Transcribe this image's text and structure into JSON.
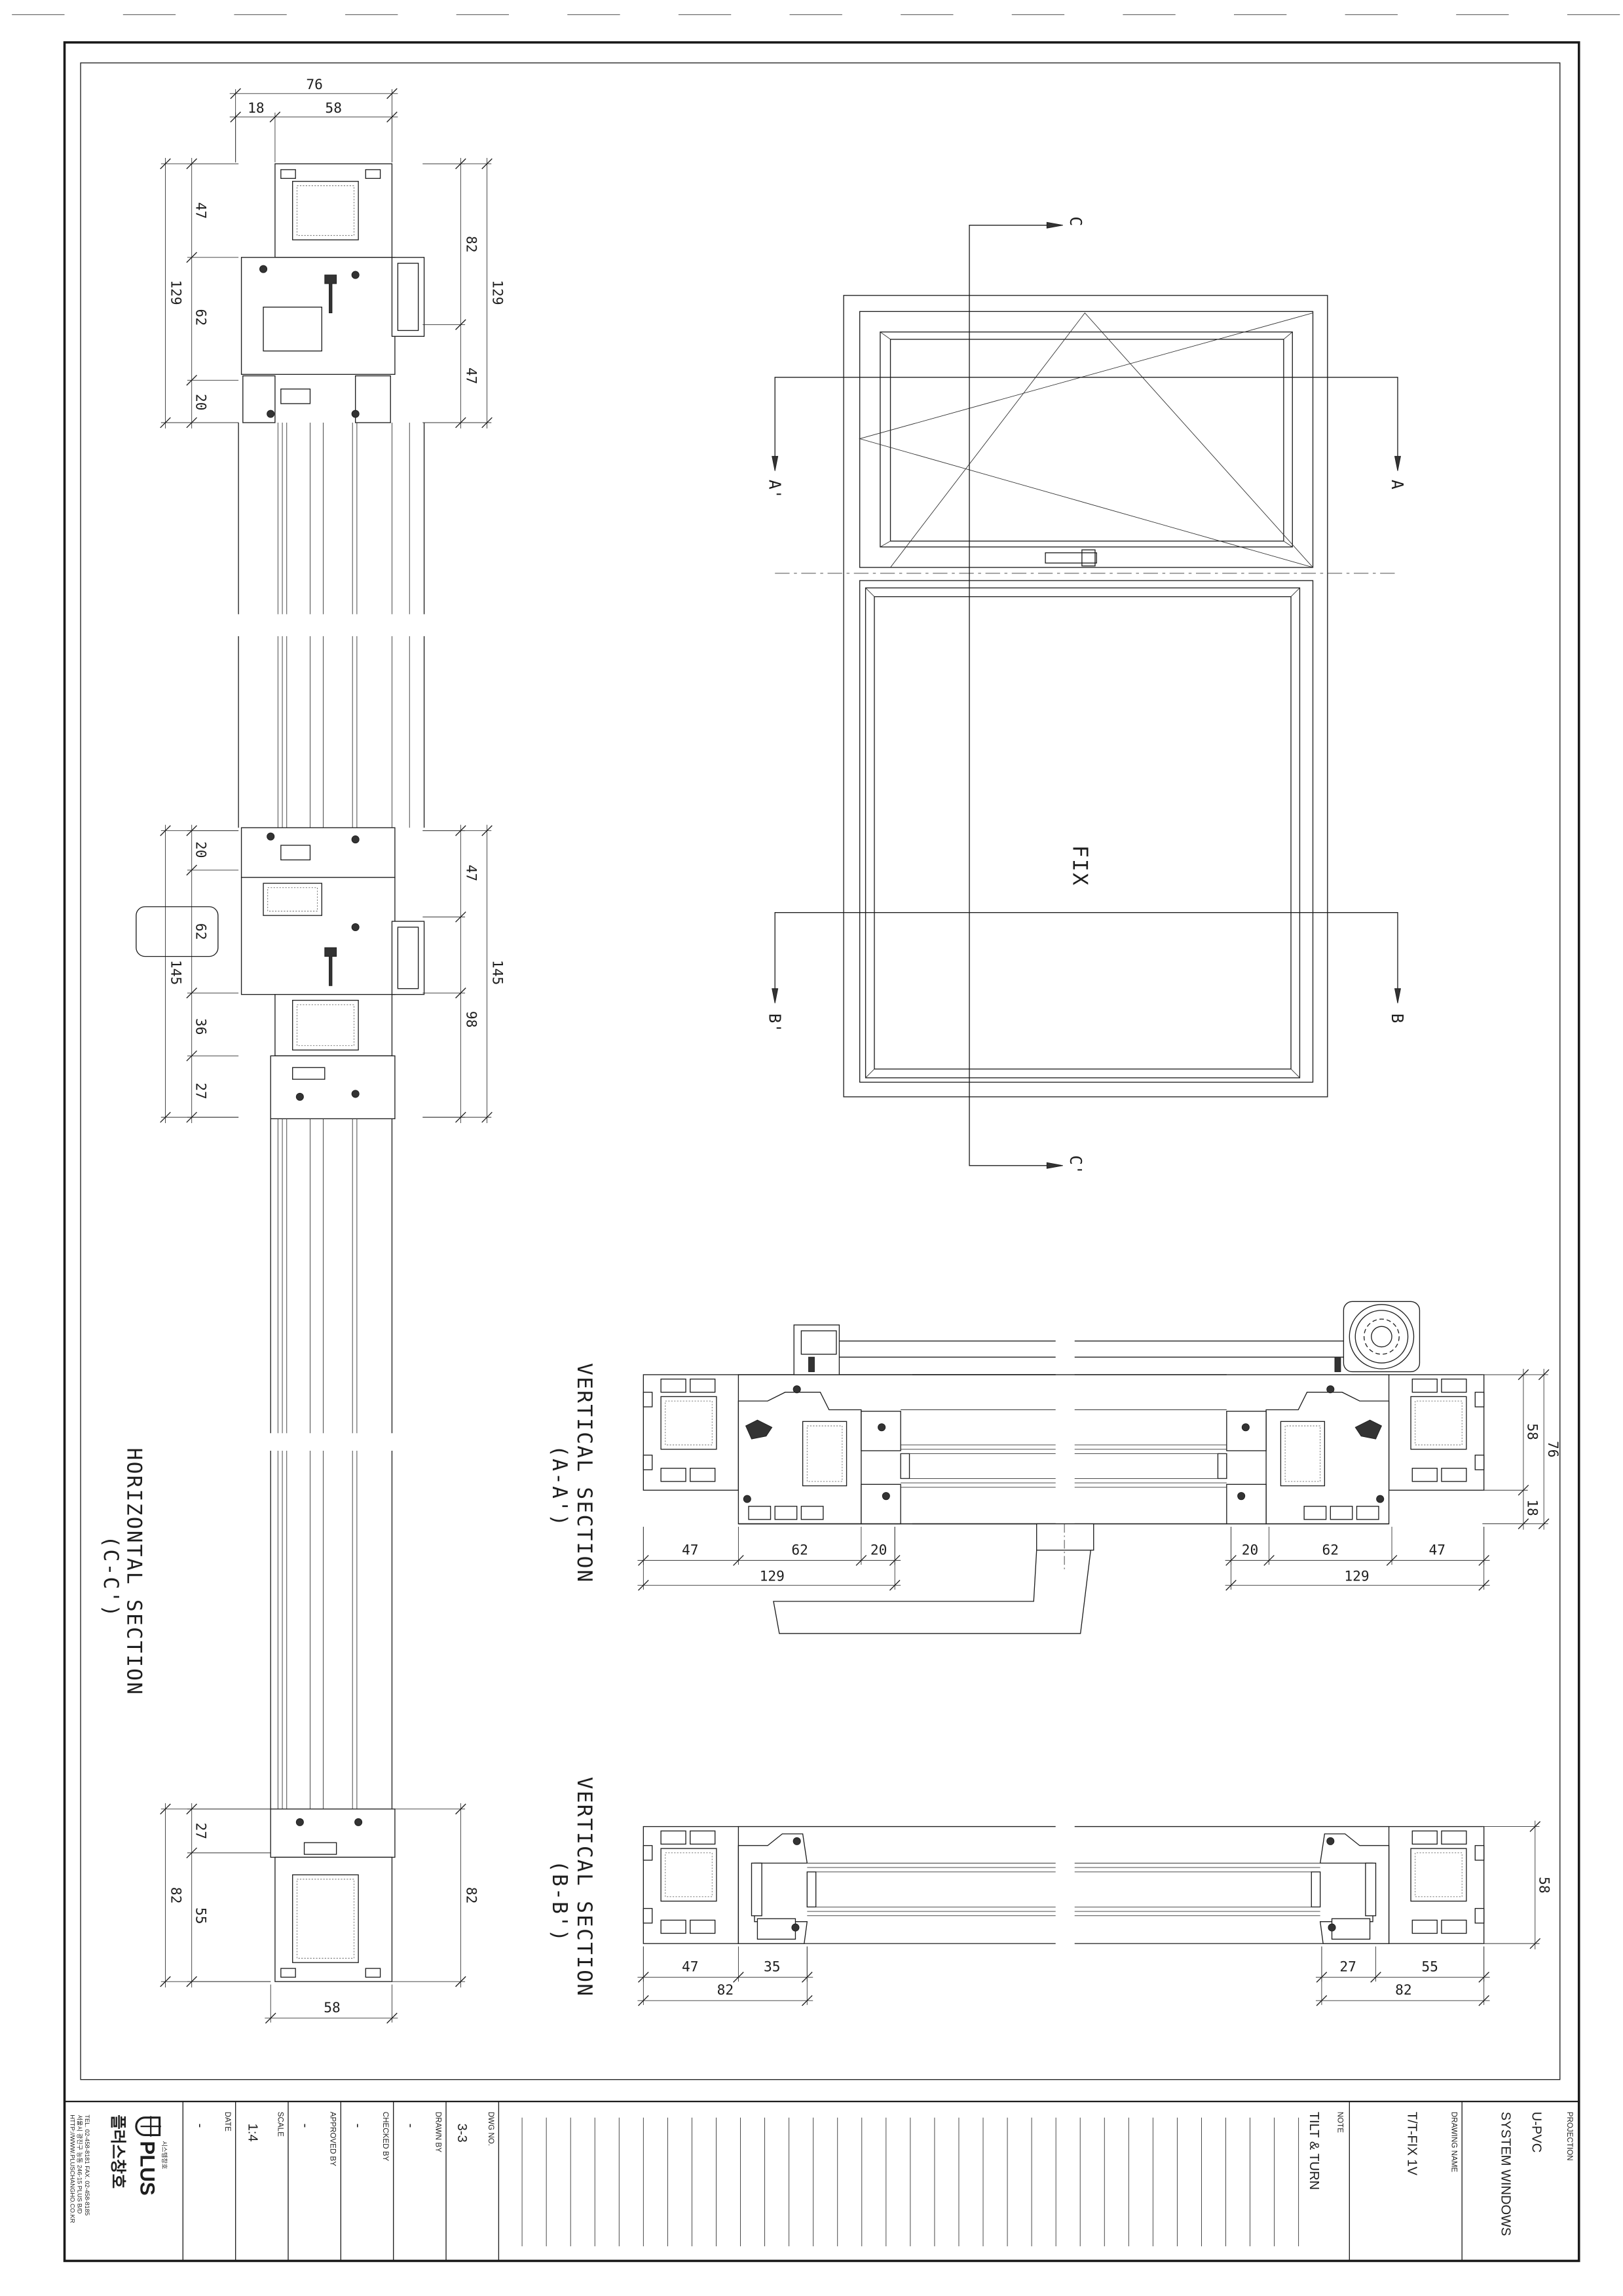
{
  "elevation": {
    "fixed_label": "FIX",
    "section_markers": {
      "a": "A",
      "a_prime": "A'",
      "b": "B",
      "b_prime": "B'",
      "c": "C",
      "c_prime": "C'"
    }
  },
  "horizontal_section": {
    "title": "HORIZONTAL SECTION",
    "subtitle": "(C-C')",
    "dims": {
      "top": [
        "76",
        "18",
        "58"
      ],
      "upper_left": [
        "47",
        "129",
        "62",
        "20"
      ],
      "upper_right": [
        "82",
        "129",
        "47"
      ],
      "middle_left": [
        "20",
        "62",
        "145",
        "36",
        "27"
      ],
      "middle_right": [
        "47",
        "145",
        "98"
      ],
      "lower_left": [
        "27",
        "82",
        "55"
      ],
      "lower_right": [
        "82"
      ],
      "bottom": [
        "58"
      ]
    }
  },
  "vertical_section_a": {
    "title": "VERTICAL SECTION",
    "subtitle": "(A-A')",
    "dims": {
      "left": [
        "47",
        "62",
        "20",
        "129"
      ],
      "right": [
        "20",
        "62",
        "47",
        "129"
      ],
      "side": [
        "58",
        "76",
        "18"
      ]
    }
  },
  "vertical_section_b": {
    "title": "VERTICAL SECTION",
    "subtitle": "(B-B')",
    "dims": {
      "left": [
        "47",
        "35",
        "82"
      ],
      "right": [
        "27",
        "55",
        "82"
      ],
      "side": [
        "58"
      ]
    }
  },
  "title_block": {
    "projection_label": "PROJECTION",
    "projection_line1": "U-PVC",
    "projection_line2": "SYSTEM WINDOWS",
    "drawing_name_label": "DRAWING NAME",
    "drawing_name": "T/T-FIX 1V",
    "note_label": "NOTE",
    "note": "TILT & TURN",
    "dwg_no_label": "DWG NO.",
    "dwg_no": "3-3",
    "drawn_by_label": "DRAWN BY",
    "drawn_by": "-",
    "checked_by_label": "CHECKED BY",
    "checked_by": "-",
    "approved_by_label": "APPROVED BY",
    "approved_by": "-",
    "scale_label": "SCALE",
    "scale": "1:4",
    "date_label": "DATE",
    "date": "-"
  },
  "company": {
    "logo_text": "PLUS",
    "tagline": "시스템창호",
    "name_korean": "플러스창호",
    "phone_fax": "TEL. 02-458-8181  FAX. 02-458-8185",
    "address": "서울시 광진구 능동 246-15 PLUS B/D",
    "website": "HTTP://WWW.PLUSCHANGHO.CO.KR"
  }
}
